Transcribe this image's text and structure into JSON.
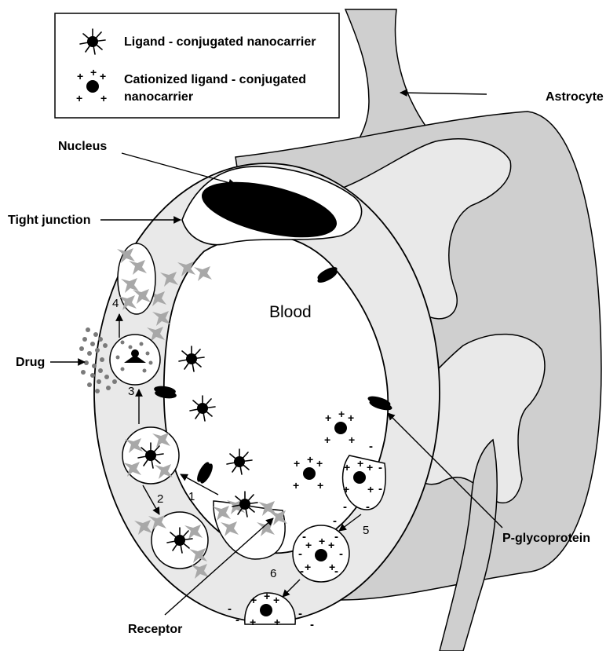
{
  "legend": {
    "ligand_nanocarrier": "Ligand - conjugated nanocarrier",
    "cationized_line1": "Cationized ligand - conjugated",
    "cationized_line2": "nanocarrier"
  },
  "labels": {
    "astrocyte": "Astrocyte",
    "nucleus": "Nucleus",
    "tight_junction": "Tight junction",
    "blood": "Blood",
    "drug": "Drug",
    "p_glycoprotein": "P-glycoprotein",
    "receptor": "Receptor"
  },
  "steps": [
    "1",
    "2",
    "3",
    "4",
    "5",
    "6"
  ],
  "colors": {
    "astrocyte_fill": "#cfcfcf",
    "cell_fill": "#e9e9e9",
    "lumen_fill": "#ffffff",
    "receptor_fill": "#a8a8a8",
    "drug_dot": "#7a7a7a",
    "ink": "#000000"
  }
}
